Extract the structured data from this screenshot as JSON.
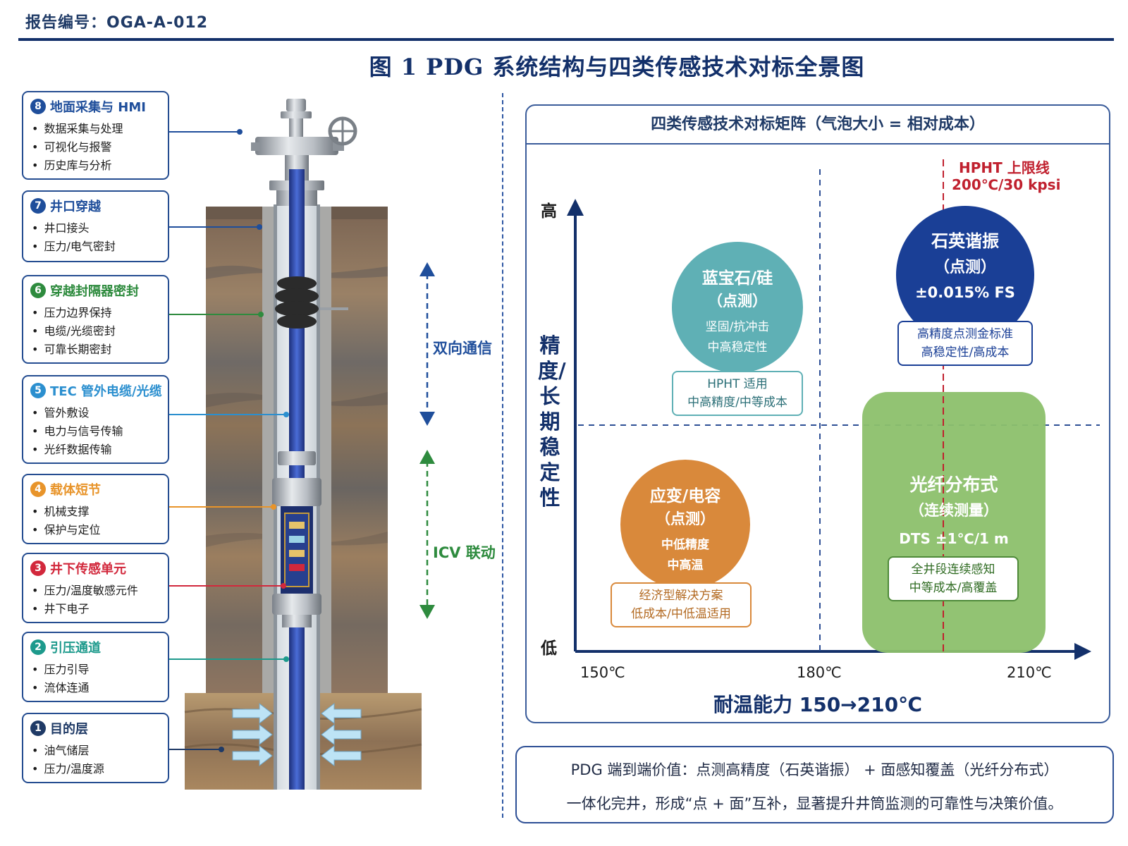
{
  "report_number": "报告编号：OGA-A-012",
  "figure_title": "图 1  PDG 系统结构与四类传感技术对标全景图",
  "components": [
    {
      "num": "8",
      "title": "地面采集与 HMI",
      "color": "#1f4e9b",
      "bullets": [
        "数据采集与处理",
        "可视化与报警",
        "历史库与分析"
      ]
    },
    {
      "num": "7",
      "title": "井口穿越",
      "color": "#1f4e9b",
      "bullets": [
        "井口接头",
        "压力/电气密封"
      ]
    },
    {
      "num": "6",
      "title": "穿越封隔器密封",
      "color": "#2e8b3e",
      "bullets": [
        "压力边界保持",
        "电缆/光缆密封",
        "可靠长期密封"
      ]
    },
    {
      "num": "5",
      "title": "TEC 管外电缆/光缆",
      "color": "#2b8fcf",
      "bullets": [
        "管外敷设",
        "电力与信号传输",
        "光纤数据传输"
      ]
    },
    {
      "num": "4",
      "title": "载体短节",
      "color": "#e8942a",
      "bullets": [
        "机械支撑",
        "保护与定位"
      ]
    },
    {
      "num": "3",
      "title": "井下传感单元",
      "color": "#d2283c",
      "bullets": [
        "压力/温度敏感元件",
        "井下电子"
      ]
    },
    {
      "num": "2",
      "title": "引压通道",
      "color": "#1d9a8c",
      "bullets": [
        "压力引导",
        "流体连通"
      ]
    },
    {
      "num": "1",
      "title": "目的层",
      "color": "#1f3a66",
      "bullets": [
        "油气储层",
        "压力/温度源"
      ]
    }
  ],
  "comm": {
    "upper": "双向通信",
    "lower": "ICV 联动",
    "upper_color": "#1f4e9b",
    "lower_color": "#2e8b3e"
  },
  "matrix": {
    "title": "四类传感技术对标矩阵（气泡大小 = 相对成本）",
    "y_label": "精度/长期稳定性",
    "y_high": "高",
    "y_low": "低",
    "x_label": "耐温能力 150→210℃",
    "x_ticks": [
      "150℃",
      "180℃",
      "210℃"
    ],
    "hpht_limit": {
      "title": "HPHT 上限线",
      "value": "200℃/30 kpsi",
      "color": "#c0202e"
    },
    "technologies": [
      {
        "name": "蓝宝石/硅",
        "mode": "（点测）",
        "desc1": "坚固/抗冲击",
        "desc2": "中高稳定性",
        "tag1": "HPHT 适用",
        "tag2": "中高精度/中等成本",
        "color": "#5fb0b5"
      },
      {
        "name": "石英谐振",
        "mode": "（点测）",
        "desc1": "±0.015% FS",
        "desc2": "",
        "tag1": "高精度点测金标准",
        "tag2": "高稳定性/高成本",
        "color": "#1a3f96"
      },
      {
        "name": "应变/电容",
        "mode": "（点测）",
        "desc1": "中低精度",
        "desc2": "中高温",
        "tag1": "经济型解决方案",
        "tag2": "低成本/中低温适用",
        "color": "#d9893b"
      },
      {
        "name": "光纤分布式",
        "mode": "（连续测量）",
        "desc1": "DTS ±1℃/1 m",
        "desc2": "",
        "tag1": "全井段连续感知",
        "tag2": "中等成本/高覆盖",
        "color": "#8cc06b"
      }
    ]
  },
  "summary": {
    "line1": "PDG 端到端价值：点测高精度（石英谐振） + 面感知覆盖（光纤分布式）",
    "line2": "一体化完井，形成“点 + 面”互补，显著提升井筒监测的可靠性与决策价值。"
  }
}
